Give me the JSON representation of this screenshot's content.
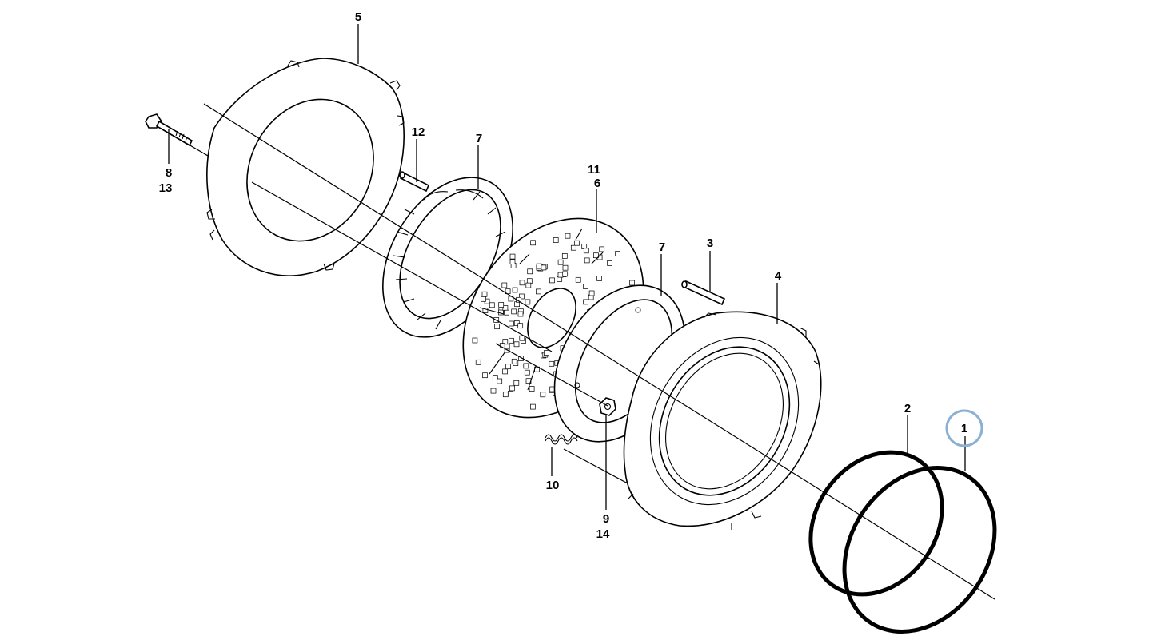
{
  "callouts": {
    "c1": "1",
    "c2": "2",
    "c3": "3",
    "c4": "4",
    "c5": "5",
    "c6": "6",
    "c7a": "7",
    "c7b": "7",
    "c8": "8",
    "c9": "9",
    "c10": "10",
    "c11": "11",
    "c12": "12",
    "c13": "13",
    "c14": "14"
  },
  "highlight": {
    "callout": "1",
    "color": "#8bb0d3"
  },
  "colors": {
    "line": "#000000",
    "background": "#ffffff"
  }
}
